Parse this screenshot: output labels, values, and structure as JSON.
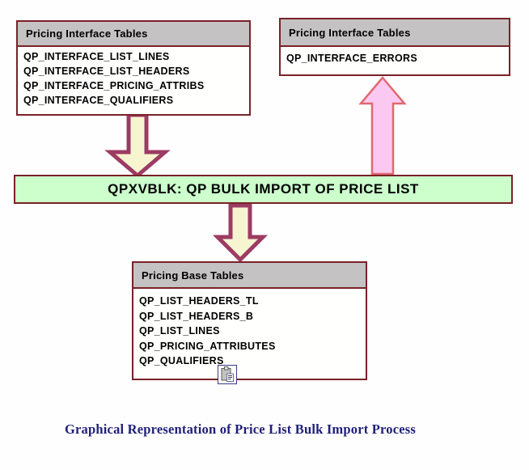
{
  "diagram": {
    "interface_left_box": {
      "title": "Pricing Interface Tables",
      "rows": [
        "QP_INTERFACE_LIST_LINES",
        "QP_INTERFACE_LIST_HEADERS",
        "QP_INTERFACE_PRICING_ATTRIBS",
        "QP_INTERFACE_QUALIFIERS"
      ]
    },
    "interface_right_box": {
      "title": "Pricing Interface Tables",
      "rows": [
        "QP_INTERFACE_ERRORS"
      ]
    },
    "process_banner": {
      "label": "QPXVBLK: QP BULK IMPORT OF PRICE LIST"
    },
    "base_box": {
      "title": "Pricing Base Tables",
      "rows": [
        "QP_LIST_HEADERS_TL",
        "QP_LIST_HEADERS_B",
        "QP_LIST_LINES",
        "QP_PRICING_ATTRIBUTES",
        "QP_QUALIFIERS"
      ]
    },
    "caption": "Graphical Representation of Price List Bulk Import Process",
    "arrows": [
      {
        "name": "interface-to-process",
        "direction": "down",
        "style": "cream"
      },
      {
        "name": "process-to-errors",
        "direction": "up",
        "style": "pink"
      },
      {
        "name": "process-to-base",
        "direction": "down",
        "style": "cream"
      }
    ],
    "icons": {
      "clipboard": "clipboard-paste-icon"
    },
    "colors": {
      "box_border": "#7a2128",
      "header_fill": "#c4c2c2",
      "banner_fill": "#ccffcc",
      "arrow_cream_fill": "#f7f5d0",
      "arrow_cream_stroke": "#9c3c64",
      "arrow_pink_fill": "#fbc8f2",
      "arrow_pink_stroke": "#e0696e",
      "caption_color": "#1f1f78",
      "text_color": "#000000"
    }
  }
}
